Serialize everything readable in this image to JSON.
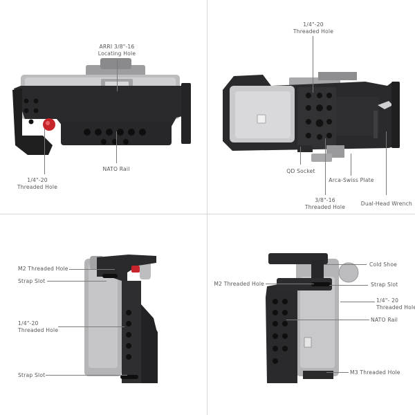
{
  "panels": {
    "top_view": {
      "labels": {
        "arri": [
          "ARRI 3/8\"-16",
          "Locating Hole"
        ],
        "nato": [
          "NATO Rail"
        ],
        "quarter": [
          "1/4\"-20",
          "Threaded Hole"
        ]
      }
    },
    "bottom_view": {
      "labels": {
        "quarter": [
          "1/4\"-20",
          "Threaded Hole"
        ],
        "qd": [
          "QD Socket"
        ],
        "arca": [
          "Arca-Swiss Plate"
        ],
        "three_eighth": [
          "3/8\"-16",
          "Threaded Hole"
        ],
        "wrench": [
          "Dual-Head Wrench"
        ]
      }
    },
    "left_view": {
      "labels": {
        "m2": [
          "M2 Threaded Hole"
        ],
        "strap1": [
          "Strap Slot"
        ],
        "quarter": [
          "1/4\"-20",
          "Threaded Hole"
        ],
        "strap2": [
          "Strap Slot"
        ]
      }
    },
    "right_view": {
      "labels": {
        "cold": [
          "Cold Shoe"
        ],
        "m2": [
          "M2 Threaded Hole"
        ],
        "strap": [
          "Strap Slot"
        ],
        "quarter": [
          "1/4\"- 20",
          "Threaded Hole"
        ],
        "nato": [
          "NATO Rail"
        ],
        "m3": [
          "M3 Threaded Hole"
        ]
      }
    }
  },
  "colors": {
    "cage": "#2a2a2c",
    "cage_dark": "#1c1c1d",
    "camera_silver": "#b9b9bb",
    "camera_light": "#d4d4d6",
    "accent_red": "#c8242b",
    "leader": "#7a7a7a",
    "divider": "#d6d6d6"
  }
}
